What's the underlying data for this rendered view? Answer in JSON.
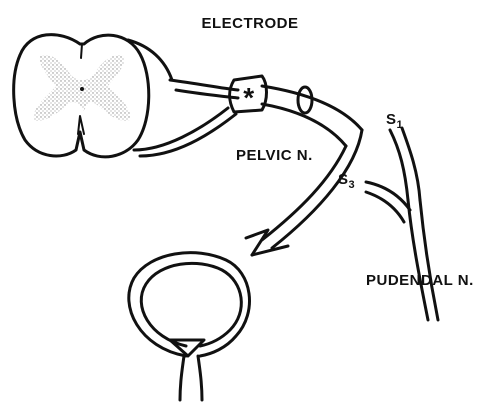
{
  "labels": {
    "electrode": "ELECTRODE",
    "electrode_symbol": "*",
    "pelvic_nerve": "PELVIC N.",
    "pudendal_nerve": "PUDENDAL N.",
    "s1": "S",
    "s1_sub": "1",
    "s3": "S",
    "s3_sub": "3"
  },
  "colors": {
    "ink": "#111111",
    "gray_matter_stipple": "#9a9a9a",
    "background": "#ffffff"
  }
}
